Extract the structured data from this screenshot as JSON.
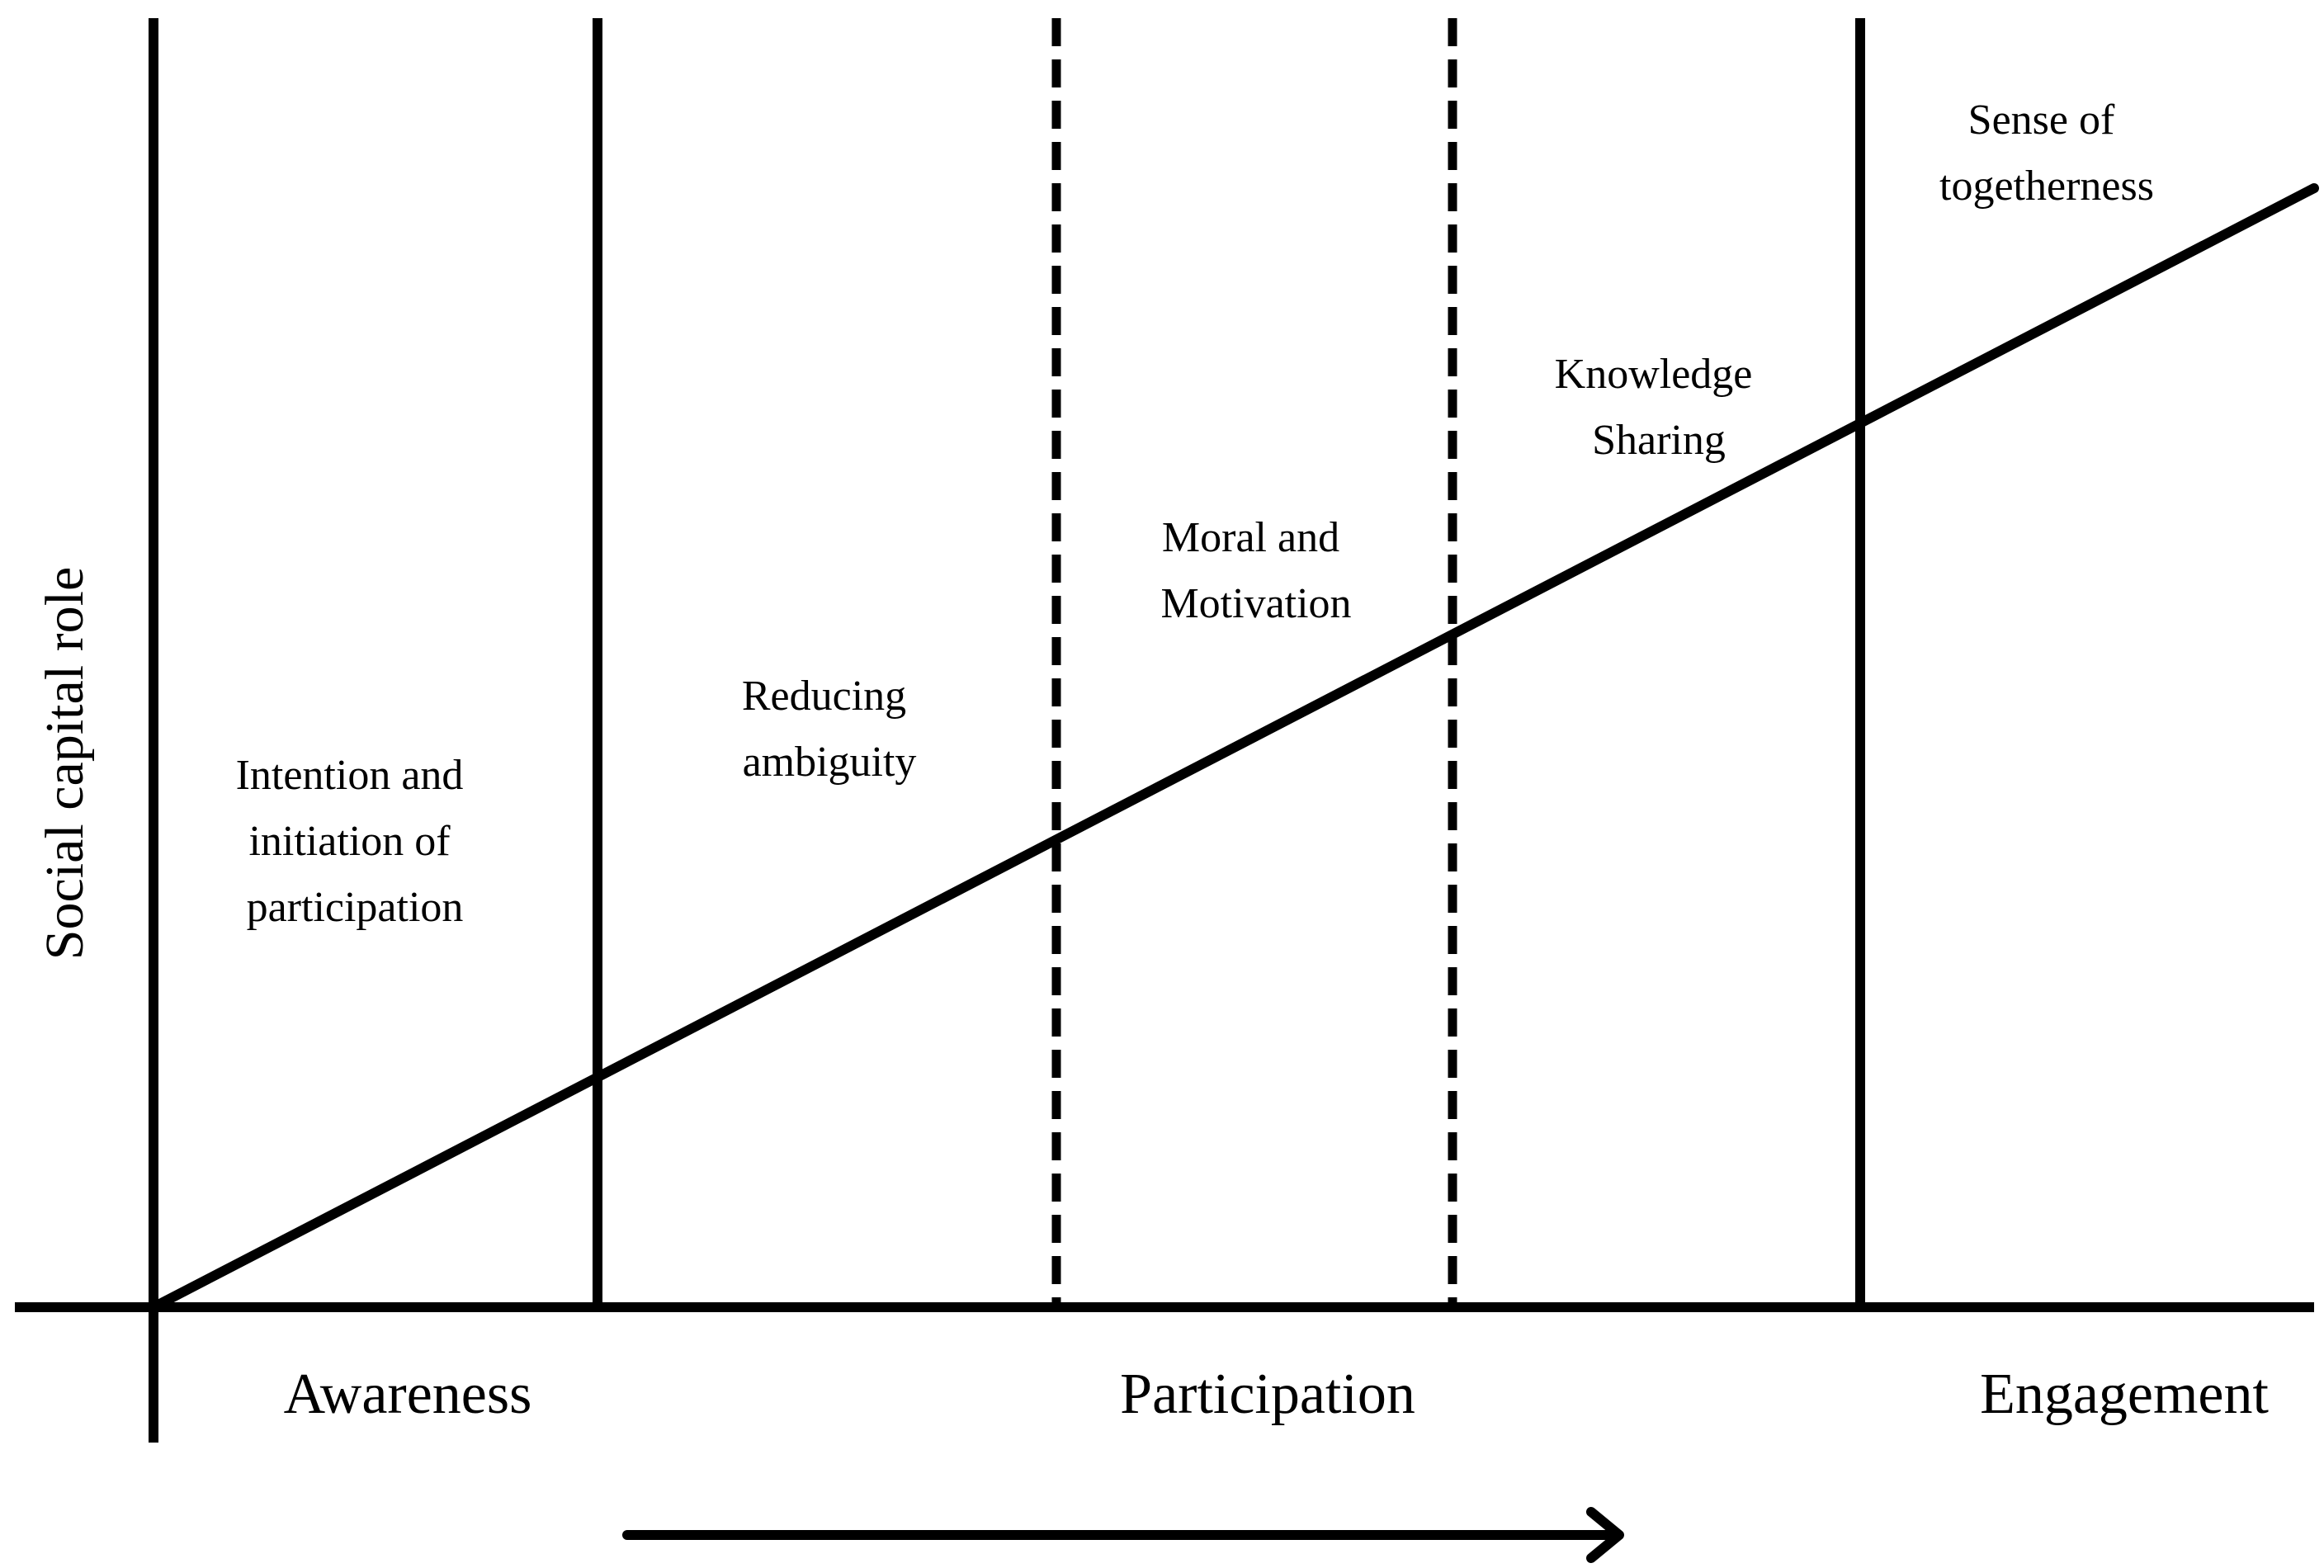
{
  "axis": {
    "y_label": "Social capital role"
  },
  "phases": {
    "awareness": "Awareness",
    "participation": "Participation",
    "engagement": "Engagement"
  },
  "stages": [
    {
      "lines": [
        "Intention and",
        "initiation of",
        "participation"
      ]
    },
    {
      "lines": [
        "Reducing",
        "ambiguity"
      ]
    },
    {
      "lines": [
        "Moral and",
        "Motivation"
      ]
    },
    {
      "lines": [
        "Knowledge",
        "Sharing"
      ]
    },
    {
      "lines": [
        "Sense of",
        "togetherness"
      ]
    }
  ],
  "colors": {
    "ink": "#000000",
    "background": "#ffffff"
  }
}
